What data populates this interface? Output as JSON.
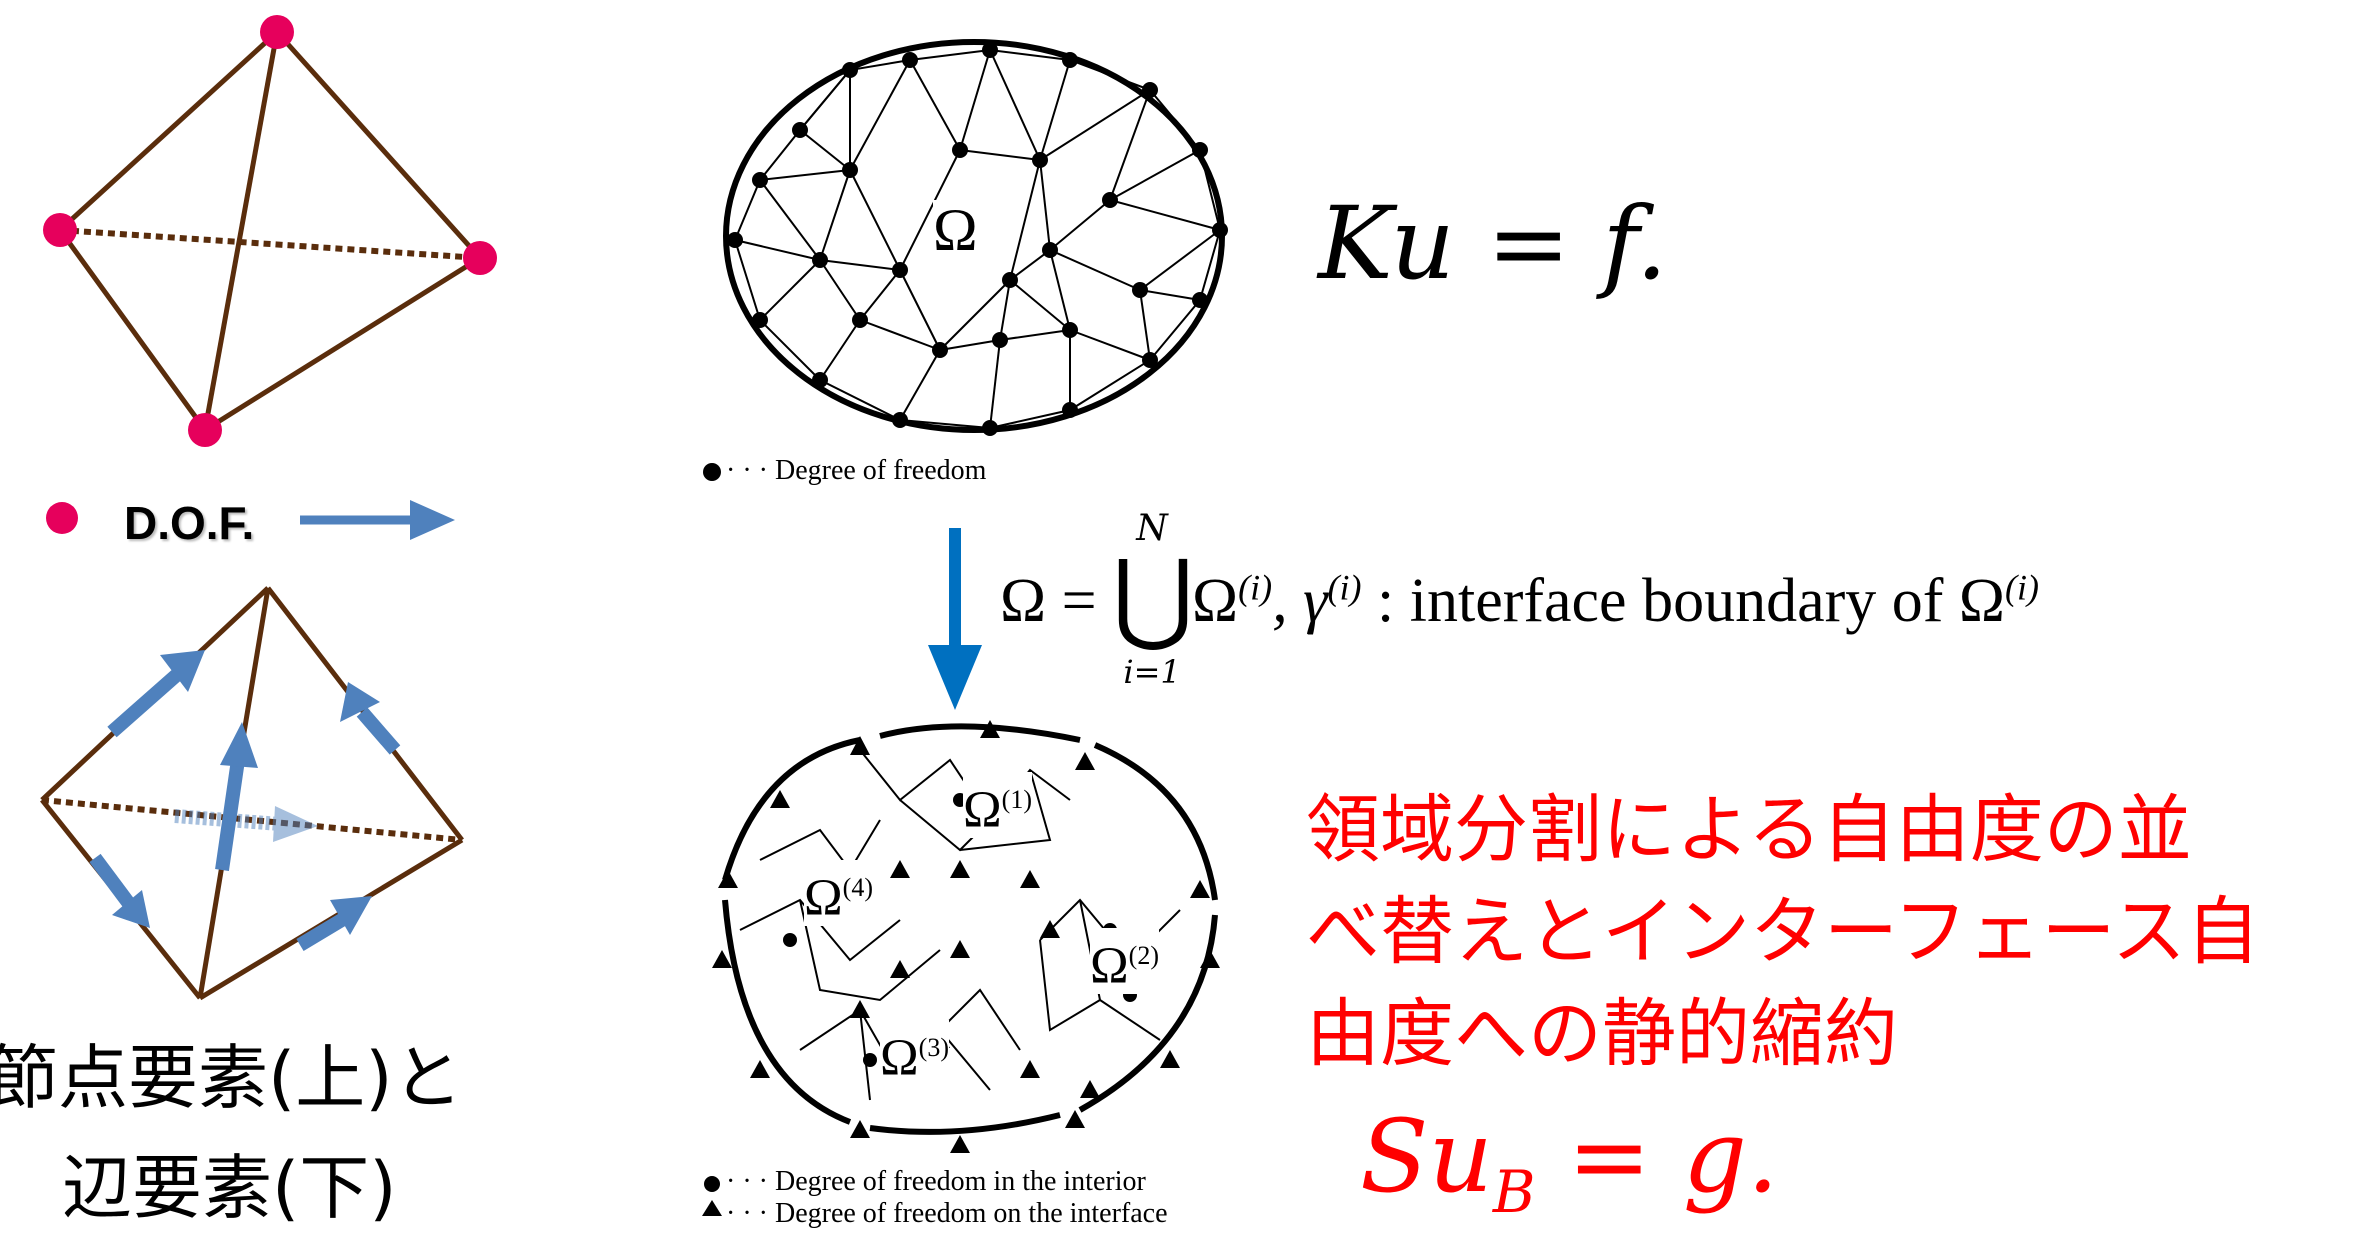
{
  "left_panel": {
    "dof_label": "D.O.F.",
    "caption_line1": "節点要素(上)と",
    "caption_line2": "辺要素(下)"
  },
  "top_mesh": {
    "omega_label": "Ω",
    "legend": "· · · Degree of freedom"
  },
  "equations": {
    "system": "Ku = f.",
    "schur": "Su",
    "schur_sub": "B",
    "schur_rhs": " = g."
  },
  "decomposition": {
    "lhs": "Ω =",
    "union_top": "N",
    "union_bottom": "i=1",
    "term": "Ω",
    "term_sup": "(i)",
    "gamma": ", γ",
    "gamma_sup": "(i)",
    "desc": " : interface boundary of Ω",
    "desc_sup": "(i)"
  },
  "bottom_mesh": {
    "labels": [
      {
        "base": "Ω",
        "sup": "(1)"
      },
      {
        "base": "Ω",
        "sup": "(2)"
      },
      {
        "base": "Ω",
        "sup": "(3)"
      },
      {
        "base": "Ω",
        "sup": "(4)"
      }
    ],
    "legend_interior": "· · · Degree of freedom in the interior",
    "legend_interface": "· · · Degree of freedom on the interface"
  },
  "japanese_note": {
    "line1": "領域分割による自由度の並",
    "line2": "べ替えとインターフェース自",
    "line3": "由度への静的縮約"
  },
  "colors": {
    "edge": "#5a2d0c",
    "node": "#e6005c",
    "arrow": "#4f81bd",
    "down_arrow": "#0070c0",
    "red_text": "#ff0000"
  }
}
